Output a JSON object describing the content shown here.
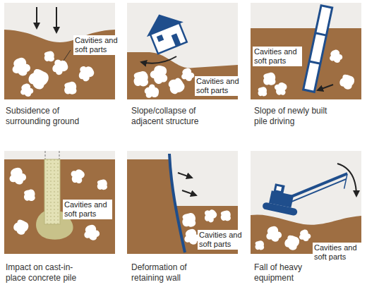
{
  "diagram": {
    "labels": [
      "Cavities and soft parts",
      "Subsidence of surrounding ground",
      "Cavities and soft parts",
      "Slope/collapse of adjacent structure",
      "Cavities and soft parts",
      "Slope of newly built pile driving",
      "Cavities and soft parts",
      "Impact on cast-in-place concrete pile",
      "Cavities and soft parts",
      "Deformation of retaining wall",
      "Cavities and soft parts",
      "Fall of heavy equipment"
    ]
  }
}
